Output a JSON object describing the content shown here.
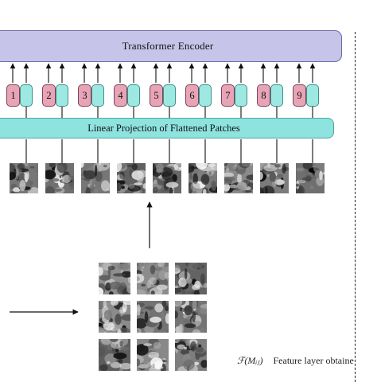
{
  "diagram": {
    "encoder_label": "Transformer Encoder",
    "projection_label": "Linear Projection of Flattened Patches",
    "position_tokens": [
      "1",
      "2",
      "3",
      "4",
      "5",
      "6",
      "7",
      "8",
      "9"
    ],
    "legend": {
      "symbol": "ℱ(Mᵢⱼ)",
      "text": "Feature layer obtaine"
    },
    "colors": {
      "encoder_fill": "#c6c4e8",
      "projection_fill": "#8ee3df",
      "position_token_fill": "#e8a4b6",
      "embedding_token_fill": "#9ee8e2"
    }
  }
}
